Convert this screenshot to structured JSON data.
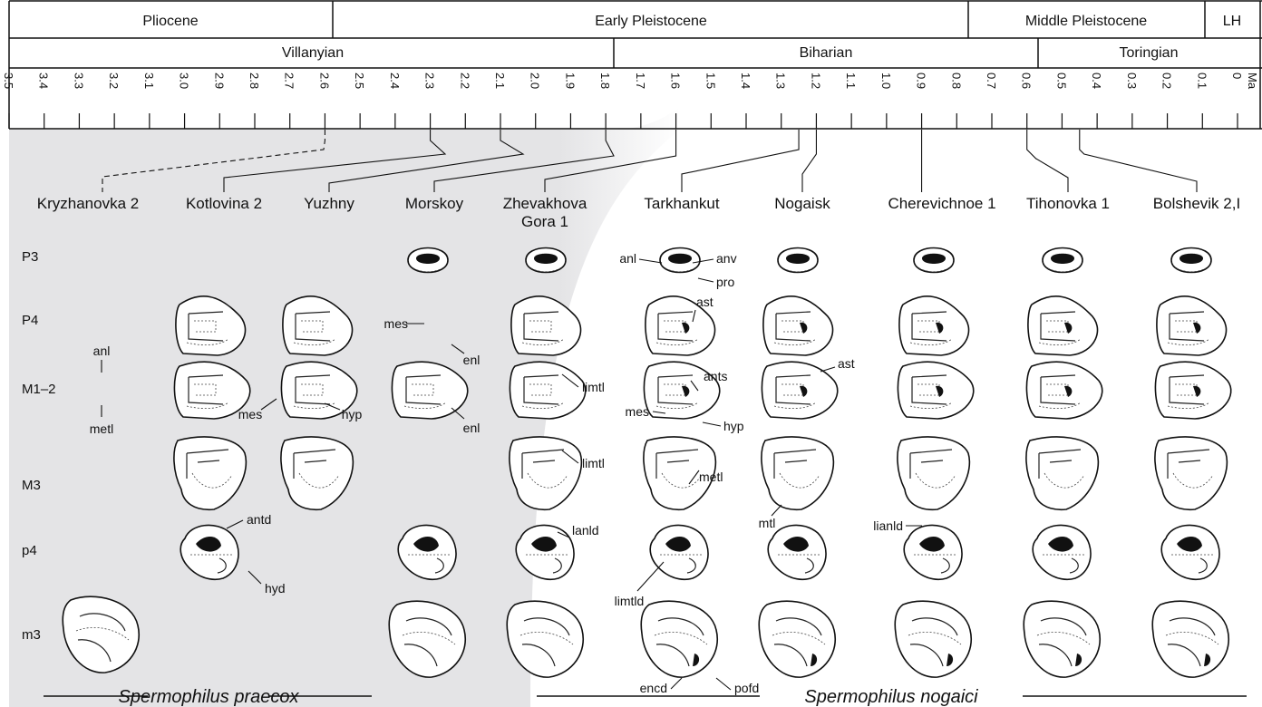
{
  "header": {
    "epochs": [
      "Pliocene",
      "Early Pleistocene",
      "Middle Pleistocene",
      "LH"
    ],
    "faunal_units": [
      "Villanyian",
      "Biharian",
      "Toringian"
    ],
    "unit_label": "Ma"
  },
  "timescale": {
    "ticks": [
      "3.5",
      "3.4",
      "3.3",
      "3.2",
      "3.1",
      "3.0",
      "2.9",
      "2.8",
      "2.7",
      "2.6",
      "2.5",
      "2.4",
      "2.3",
      "2.2",
      "2.1",
      "2.0",
      "1.9",
      "1.8",
      "1.7",
      "1.6",
      "1.5",
      "1.4",
      "1.3",
      "1.2",
      "1.1",
      "1.0",
      "0.9",
      "0.8",
      "0.7",
      "0.6",
      "0.5",
      "0.4",
      "0.3",
      "0.2",
      "0.1",
      "0"
    ]
  },
  "localities": [
    {
      "name": "Kryzhanovka 2",
      "age": 2.6,
      "dashed": true
    },
    {
      "name": "Kotlovina 2",
      "age": 2.3
    },
    {
      "name": "Yuzhny",
      "age": 2.1
    },
    {
      "name": "Morskoy",
      "age": 1.8
    },
    {
      "name": "Zhevakhova",
      "name2": "Gora 1",
      "age": 1.6
    },
    {
      "name": "Tarkhankut",
      "age": 1.25
    },
    {
      "name": "Nogaisk",
      "age": 1.2
    },
    {
      "name": "Cherevichnoe 1",
      "age": 0.9
    },
    {
      "name": "Tihonovka 1",
      "age": 0.6
    },
    {
      "name": "Bolshevik 2,I",
      "age": 0.45
    }
  ],
  "tooth_rows": [
    "P3",
    "P4",
    "M1–2",
    "M3",
    "p4",
    "m3"
  ],
  "annotations": [
    "anl",
    "metl",
    "mes",
    "enl",
    "mes",
    "hyp",
    "enl",
    "antd",
    "hyd",
    "limtl",
    "limtl",
    "lanld",
    "anl",
    "anv",
    "pro",
    "ast",
    "ants",
    "mes",
    "hyp",
    "metl",
    "limtld",
    "encd",
    "pofd",
    "ast",
    "mtl",
    "lianld"
  ],
  "species": [
    "Spermophilus praecox",
    "Spermophilus nogaici"
  ],
  "colors": {
    "shade": "#e4e4e6",
    "ink": "#111111",
    "tooth_dark": "#111111"
  }
}
